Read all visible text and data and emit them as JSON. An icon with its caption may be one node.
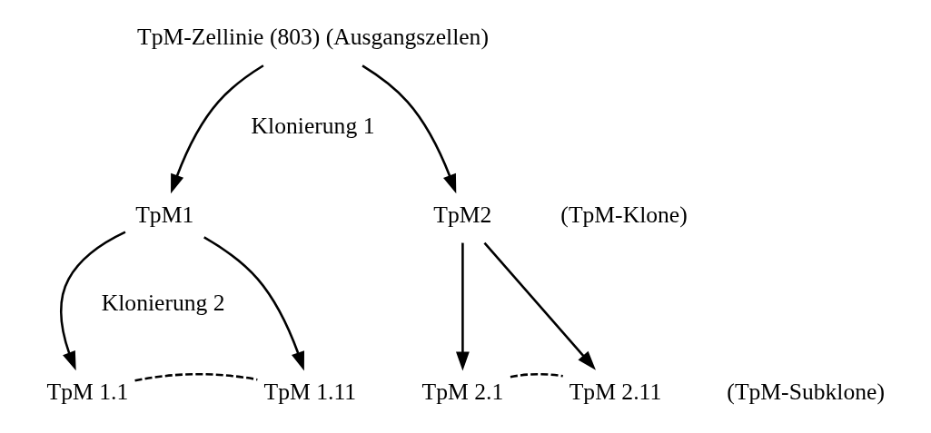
{
  "diagram": {
    "nodes": [
      {
        "text": [
          "TpM-Zellinie (803) (Ausgangszellen)"
        ]
      },
      {
        "text": [
          "TpM1"
        ]
      },
      {
        "text": [
          "TpM2"
        ]
      },
      {
        "text": [
          "TpM 1.1"
        ]
      },
      {
        "text": [
          "TpM 1.11"
        ]
      },
      {
        "text": [
          "TpM 2.1"
        ]
      },
      {
        "text": [
          "TpM 2.11"
        ]
      }
    ],
    "edges": [
      {
        "from": 0,
        "to": 1,
        "arrow": "to"
      },
      {
        "from": 0,
        "to": 2,
        "arrow": "to"
      },
      {
        "from": 1,
        "to": 3,
        "arrow": "to"
      },
      {
        "from": 1,
        "to": 4,
        "arrow": "to"
      },
      {
        "from": 2,
        "to": 5,
        "arrow": "to"
      },
      {
        "from": 2,
        "to": 6,
        "arrow": "to"
      },
      {
        "from": 3,
        "to": 4,
        "arrow": "none",
        "style": "dashed"
      },
      {
        "from": 5,
        "to": 6,
        "arrow": "none",
        "style": "dashed"
      }
    ],
    "labels": [
      "Klonierung 1",
      "(TpM-Klone)",
      "Klonierung 2",
      "(TpM-Subklone)"
    ]
  }
}
